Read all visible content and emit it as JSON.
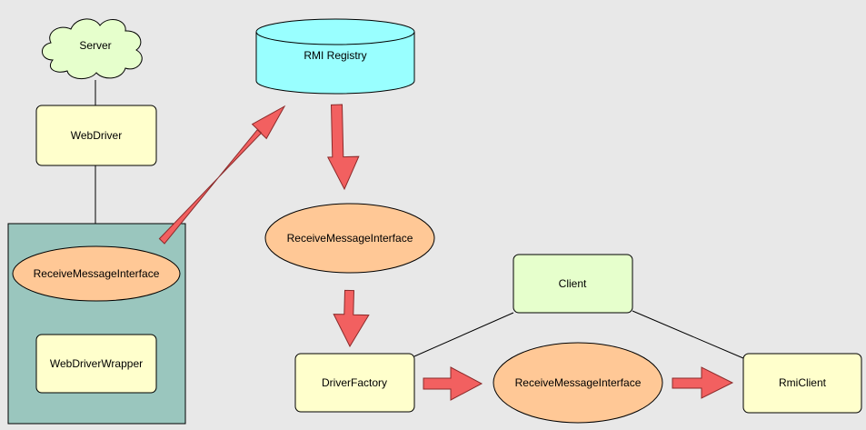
{
  "colors": {
    "background": "#e8e8e8",
    "cloud": "#e6ffcc",
    "note_yellow": "#ffffcc",
    "note_green": "#e6ffcc",
    "database": "#99ffff",
    "ellipse": "#ffc896",
    "container": "#9ac6be",
    "arrow_fill": "#f26060"
  },
  "nodes": {
    "server": "Server",
    "rmi_registry": "RMI Registry",
    "webdriver": "WebDriver",
    "receive_left": "ReceiveMessageInterface",
    "webdriver_wrapper": "WebDriverWrapper",
    "receive_middle": "ReceiveMessageInterface",
    "client": "Client",
    "driver_factory": "DriverFactory",
    "receive_bottom": "ReceiveMessageInterface",
    "rmi_client": "RmiClient"
  }
}
